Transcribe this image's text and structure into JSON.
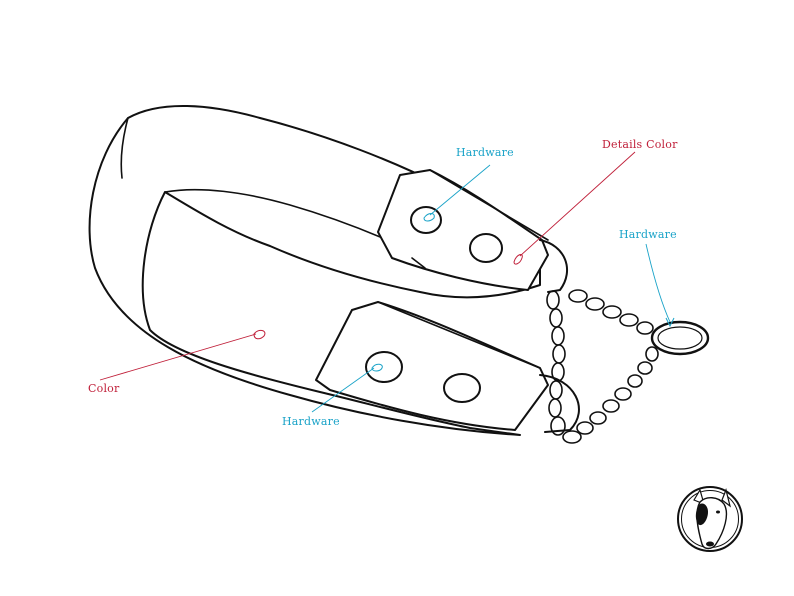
{
  "colors": {
    "color_callout": "#c0203a",
    "hardware_callout": "#1aa3c8",
    "line_art": "#111111"
  },
  "labels": {
    "hardware_top": "Hardware",
    "details_color": "Details Color",
    "hardware_ring": "Hardware",
    "color": "Color",
    "hardware_bottom": "Hardware"
  },
  "logo": {
    "icon": "bull-terrier-head-icon"
  }
}
